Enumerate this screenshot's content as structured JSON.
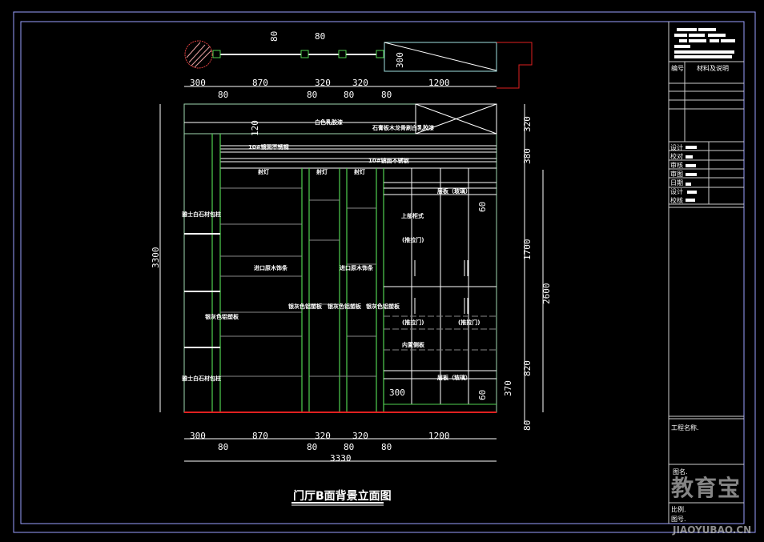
{
  "title": "门厅B面背景立面图",
  "plan_dims": {
    "top_a": "80",
    "top_b": "80",
    "depth": "300",
    "widths": [
      "300",
      "870",
      "320",
      "320",
      "1200"
    ],
    "posts": [
      "80",
      "80",
      "80",
      "80"
    ]
  },
  "elevation_dims": {
    "left_total": "3300",
    "right_top": [
      "320",
      "380",
      "1700",
      "820",
      "80"
    ],
    "right_mid": "2600",
    "right_small": [
      "60",
      "60",
      "370"
    ],
    "band": "120",
    "inner_300": "300",
    "bottom_widths": [
      "300",
      "870",
      "320",
      "320",
      "1200"
    ],
    "bottom_posts": [
      "80",
      "80",
      "80",
      "80"
    ],
    "total": "3330"
  },
  "labels": {
    "ceiling": "白色乳胶漆",
    "gypsum": "石膏板木龙骨刷白乳胶漆",
    "steel1": "10#镜面不锈钢",
    "steel2": "10#镜面不锈钢",
    "spot": [
      "射灯",
      "射灯",
      "射灯"
    ],
    "stone_top": "雅士白石材包柱",
    "stone_bottom": "雅士白石材包柱",
    "wood1": "进口原木饰条",
    "wood2": "进口原木饰条",
    "alu_left": "银灰色铝塑板",
    "alu": [
      "银灰色铝塑板",
      "银灰色铝塑板",
      "银灰色铝塑板"
    ],
    "shelf_top": "层板（玻璃）",
    "shelf_bottom": "层板（玻璃）",
    "upper_cab": "上部柜式",
    "door1": "(推拉门)",
    "door2": "(推拉门)",
    "door3": "(推拉门)",
    "inner": "内置侧板"
  },
  "title_block": {
    "col_no": "编号",
    "col_material": "材料及说明",
    "roles": [
      "设计",
      "校对",
      "审核",
      "审图",
      "日期",
      "设计",
      "校核"
    ],
    "project": "工程名称.",
    "drawing": "图名.",
    "scale": "比例.",
    "number": "图号."
  },
  "watermark": {
    "cn": "教育宝",
    "en": "JIAOYUBAO.CN"
  },
  "colors": {
    "frame": "#c8c8ff",
    "green": "#4fd04f",
    "red": "#e02020",
    "cyan": "#a0e0e0"
  }
}
